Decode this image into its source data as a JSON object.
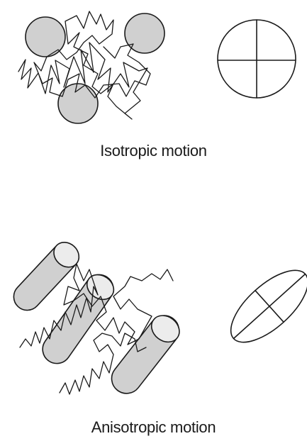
{
  "panels": [
    {
      "id": "isotropic",
      "caption": "Isotropic motion",
      "particle_shape": "sphere",
      "particle_count": 3,
      "ellipsoid_shape": "circle"
    },
    {
      "id": "anisotropic",
      "caption": "Anisotropic motion",
      "particle_shape": "rod",
      "particle_count": 3,
      "ellipsoid_shape": "tilted-ellipse"
    }
  ],
  "colors": {
    "particle_fill": "#d0d0d0",
    "stroke": "#1a1a1a",
    "background": "#ffffff"
  }
}
